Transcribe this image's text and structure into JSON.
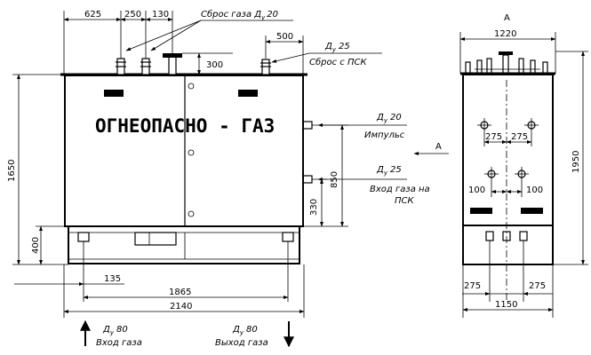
{
  "title_on_cabinet": "ОГНЕОПАСНО - ГАЗ",
  "labels": {
    "vent_gas": "Сброс газа Д",
    "vent_gas_sub": "у",
    "vent_gas_dn": "20",
    "vent_psk": "Сброс с ПСК",
    "vent_psk_dn": "Д",
    "vent_psk_sub": "у",
    "vent_psk_val": "25",
    "impulse": "Импульс",
    "impulse_dn": "Д",
    "impulse_sub": "у",
    "impulse_val": "20",
    "inlet_psk_1": "Вход газа на",
    "inlet_psk_2": "ПСК",
    "inlet_psk_dn": "Д",
    "inlet_psk_sub": "у",
    "inlet_psk_val": "25",
    "gas_in": "Вход газа",
    "gas_in_dn": "Д",
    "gas_in_sub": "у",
    "gas_in_val": "80",
    "gas_out": "Выход газа",
    "gas_out_dn": "Д",
    "gas_out_sub": "у",
    "gas_out_val": "80",
    "view_a_top": "А",
    "view_a_arrow": "А"
  },
  "dimensions": {
    "d625": "625",
    "d250": "250",
    "d130": "130",
    "d500": "500",
    "d300": "300",
    "d1650": "1650",
    "d400": "400",
    "d850": "850",
    "d330": "330",
    "d135": "135",
    "d1865": "1865",
    "d2140": "2140",
    "d1220": "1220",
    "d1950": "1950",
    "d275a": "275",
    "d275b": "275",
    "d100a": "100",
    "d100b": "100",
    "d275c": "275",
    "d275d": "275",
    "d1150": "1150"
  }
}
